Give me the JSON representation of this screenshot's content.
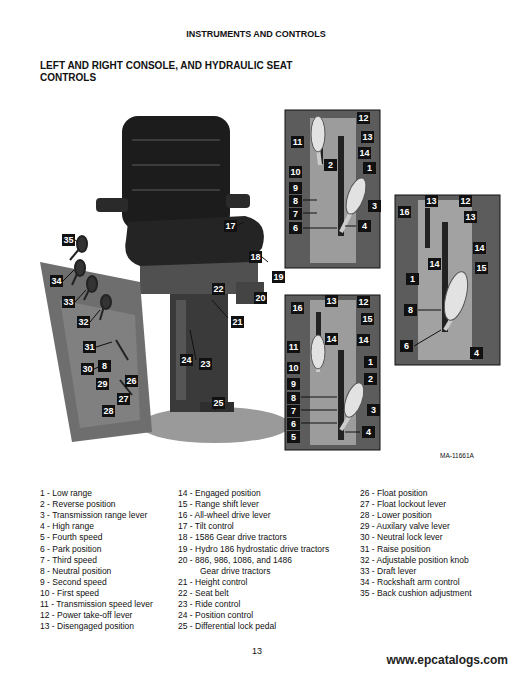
{
  "diagram": {
    "title": "INSTRUMENTS AND CONTROLS",
    "labels": [
      "LEFT AND RIGHT CONSOLE, AND HYDRAULIC SEAT CONTROLS",
      "35",
      "34",
      "33",
      "32",
      "31",
      "30",
      "8",
      "29",
      "26",
      "27",
      "28",
      "17",
      "18",
      "19",
      "20",
      "22",
      "21",
      "24",
      "23",
      "25",
      "11",
      "12",
      "13",
      "14",
      "2",
      "1",
      "10",
      "9",
      "8",
      "3",
      "7",
      "6",
      "4",
      "16",
      "13",
      "12",
      "15",
      "14",
      "14",
      "11",
      "1",
      "10",
      "2",
      "9",
      "8",
      "7",
      "3",
      "6",
      "5",
      "4",
      "16",
      "13",
      "12",
      "13",
      "14",
      "14",
      "15",
      "1",
      "8",
      "6",
      "4",
      "MA-11661A",
      "1 - Low range",
      "2 - Reverse position",
      "3 - Transmission range lever",
      "4 - High range",
      "5 - Fourth speed",
      "6 - Park position",
      "7 - Third speed",
      "8 - Neutral position",
      "9 - Second speed",
      "10 - First speed",
      "11 - Transmission speed lever",
      "12 - Power take-off lever",
      "13 - Disengaged position",
      "14 - Engaged position",
      "15 - Range shift lever",
      "16 - All-wheel drive lever",
      "17 - Tilt control",
      "18 - 1586 Gear drive tractors",
      "19 - Hydro 186 hydrostatic drive tractors",
      "20 - 886, 986, 1086, and 1486 Gear drive tractors",
      "21 - Height control",
      "22 - Seat belt",
      "23 - Ride control",
      "24 - Position control",
      "25 - Differential lock pedal",
      "26 - Float position",
      "27 - Float lockout lever",
      "28 - Lower position",
      "29 - Auxilary valve lever",
      "30 - Neutral lock lever",
      "31 - Raise position",
      "32 - Adjustable position knob",
      "33 - Draft lever",
      "34 - Rockshaft arm control",
      "35 - Back cushion adjustment",
      "13",
      "www.epcatalogs.com"
    ]
  }
}
